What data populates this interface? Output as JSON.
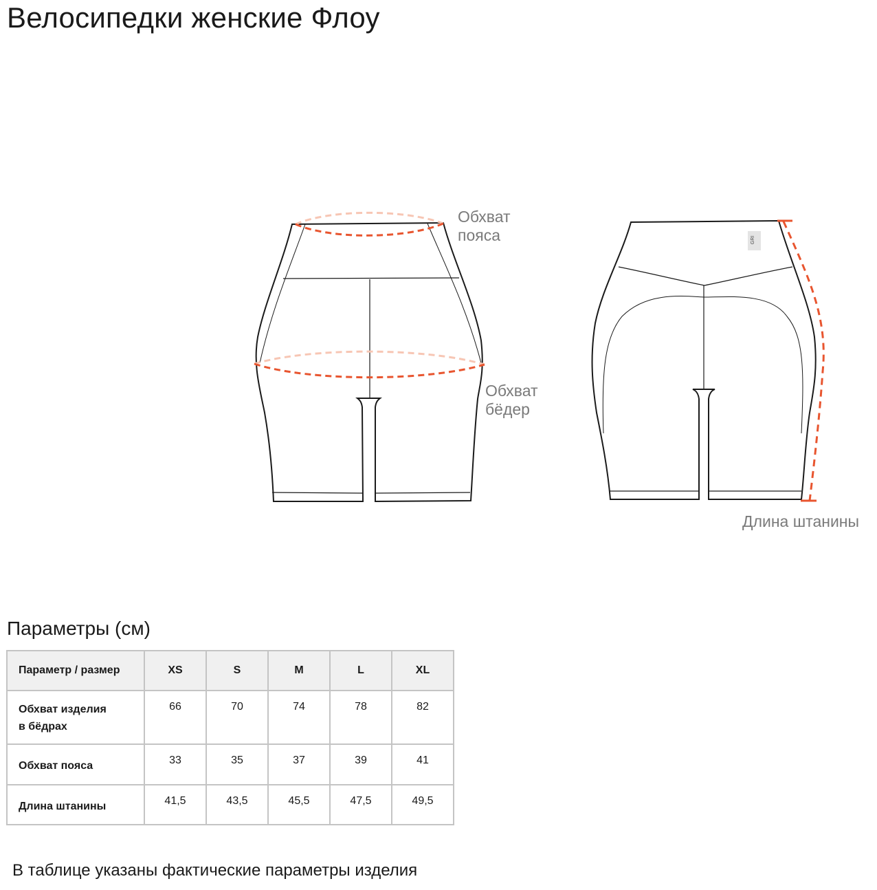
{
  "title": "Велосипедки женские Флоу",
  "diagram": {
    "waist_label_line1": "Обхват",
    "waist_label_line2": "пояса",
    "hips_label_line1": "Обхват",
    "hips_label_line2": "бёдер",
    "length_label": "Длина штанины",
    "tag_text": "GRI",
    "accent_color": "#e8552f",
    "accent_light_color": "#f7c6b4",
    "line_color": "#1a1a1a"
  },
  "params": {
    "title": "Параметры (см)",
    "header": [
      "Параметр / размер",
      "XS",
      "S",
      "M",
      "L",
      "XL"
    ],
    "rows": [
      {
        "label_line1": "Обхват изделия",
        "label_line2": "в бёдрах",
        "values": [
          "66",
          "70",
          "74",
          "78",
          "82"
        ]
      },
      {
        "label_line1": "Обхват пояса",
        "values": [
          "33",
          "35",
          "37",
          "39",
          "41"
        ]
      },
      {
        "label_line1": "Длина штанины",
        "values": [
          "41,5",
          "43,5",
          "45,5",
          "47,5",
          "49,5"
        ]
      }
    ]
  },
  "note": "В таблице указаны фактические параметры изделия"
}
